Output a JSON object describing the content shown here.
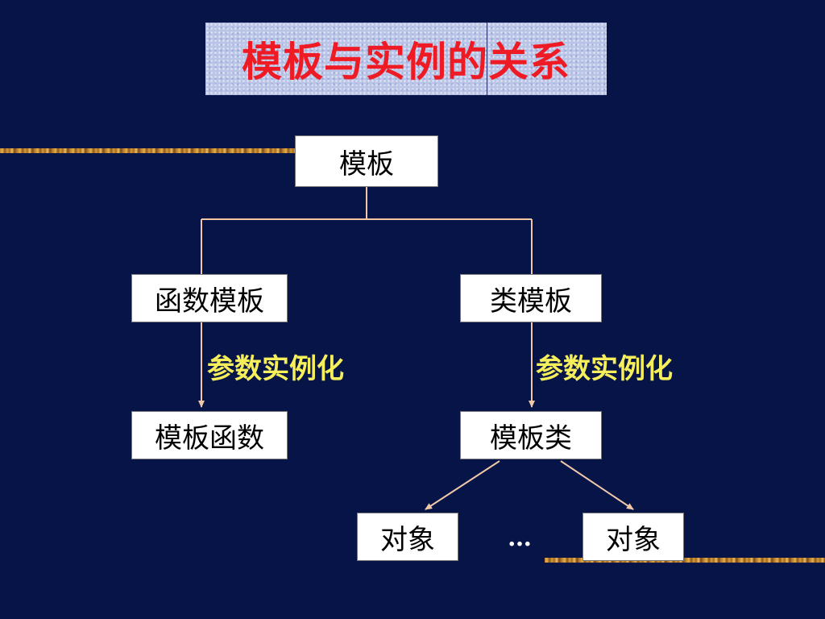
{
  "title": "模板与实例的关系",
  "nodes": {
    "root": "模板",
    "function_template": "函数模板",
    "class_template": "类模板",
    "template_function": "模板函数",
    "template_class": "模板类",
    "object_left": "对象",
    "object_right": "对象"
  },
  "edge_labels": {
    "left": "参数实例化",
    "right": "参数实例化"
  },
  "ellipsis": "…",
  "colors": {
    "background": "#061448",
    "title_text": "#ee1b24",
    "edge_label": "#f6ee5a",
    "connector": "#f0c8a8"
  }
}
